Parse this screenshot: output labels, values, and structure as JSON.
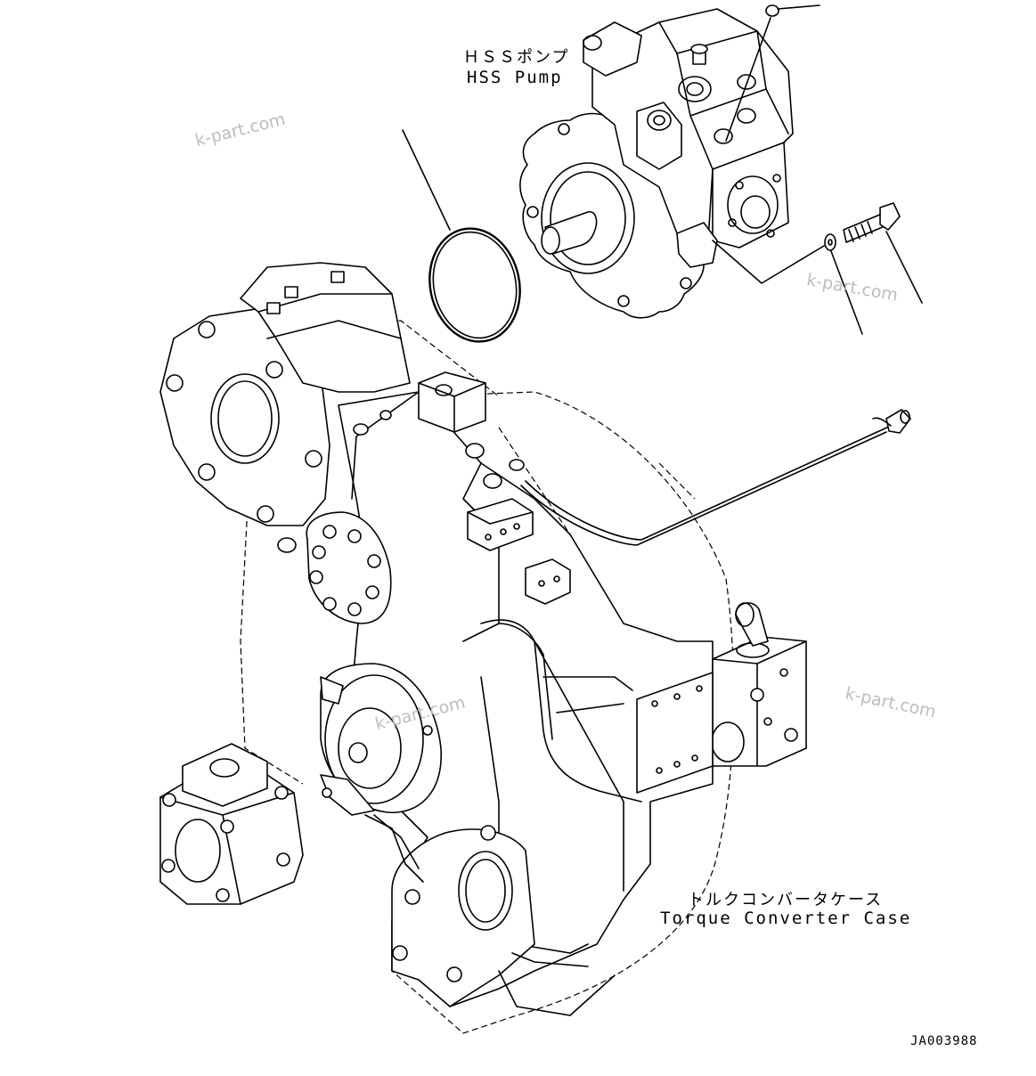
{
  "labels": {
    "hss_pump_jp": "ＨＳＳポンプ",
    "hss_pump_en": "HSS Pump",
    "torque_case_jp": "トルクコンバータケース",
    "torque_case_en": "Torque Converter Case"
  },
  "watermark": "k-part.com",
  "drawing_code": "JA003988"
}
